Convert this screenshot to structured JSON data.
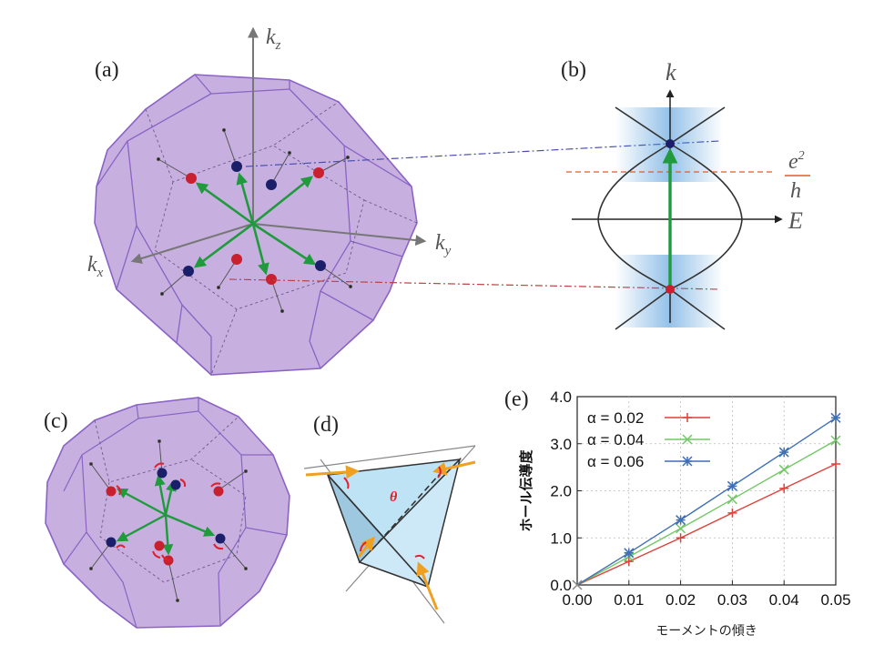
{
  "panels": {
    "a": {
      "label": "(a)",
      "axes": {
        "kz": [
          "k",
          "z"
        ],
        "ky": [
          "k",
          "y"
        ],
        "kx": [
          "k",
          "x"
        ]
      }
    },
    "b": {
      "label": "(b)",
      "k_axis": "k",
      "e_axis": "E",
      "fraction_num": "e",
      "fraction_exp": "2",
      "fraction_den": "h"
    },
    "c": {
      "label": "(c)"
    },
    "d": {
      "label": "(d)",
      "theta": "θ"
    },
    "e": {
      "label": "(e)"
    }
  },
  "chart_data": {
    "type": "line",
    "xlabel": "モーメントの傾き",
    "ylabel": "ホール伝導度",
    "xlim": [
      0,
      0.05
    ],
    "ylim": [
      0,
      4.0
    ],
    "xticks": [
      "0.00",
      "0.01",
      "0.02",
      "0.03",
      "0.04",
      "0.05"
    ],
    "yticks": [
      "0.0",
      "1.0",
      "2.0",
      "3.0",
      "4.0"
    ],
    "grid": true,
    "legend_position": "top-left",
    "series": [
      {
        "name": "α = 0.02",
        "marker": "+",
        "color": "#e0413b",
        "x": [
          0,
          0.01,
          0.02,
          0.03,
          0.04,
          0.05
        ],
        "y": [
          0,
          0.5,
          1.0,
          1.53,
          2.05,
          2.57
        ]
      },
      {
        "name": "α = 0.04",
        "marker": "x",
        "color": "#72c867",
        "x": [
          0,
          0.01,
          0.02,
          0.03,
          0.04,
          0.05
        ],
        "y": [
          0,
          0.6,
          1.2,
          1.82,
          2.45,
          3.07
        ]
      },
      {
        "name": "α = 0.06",
        "marker": "*",
        "color": "#3f6fb5",
        "x": [
          0,
          0.01,
          0.02,
          0.03,
          0.04,
          0.05
        ],
        "y": [
          0,
          0.68,
          1.38,
          2.1,
          2.82,
          3.55
        ]
      }
    ]
  }
}
